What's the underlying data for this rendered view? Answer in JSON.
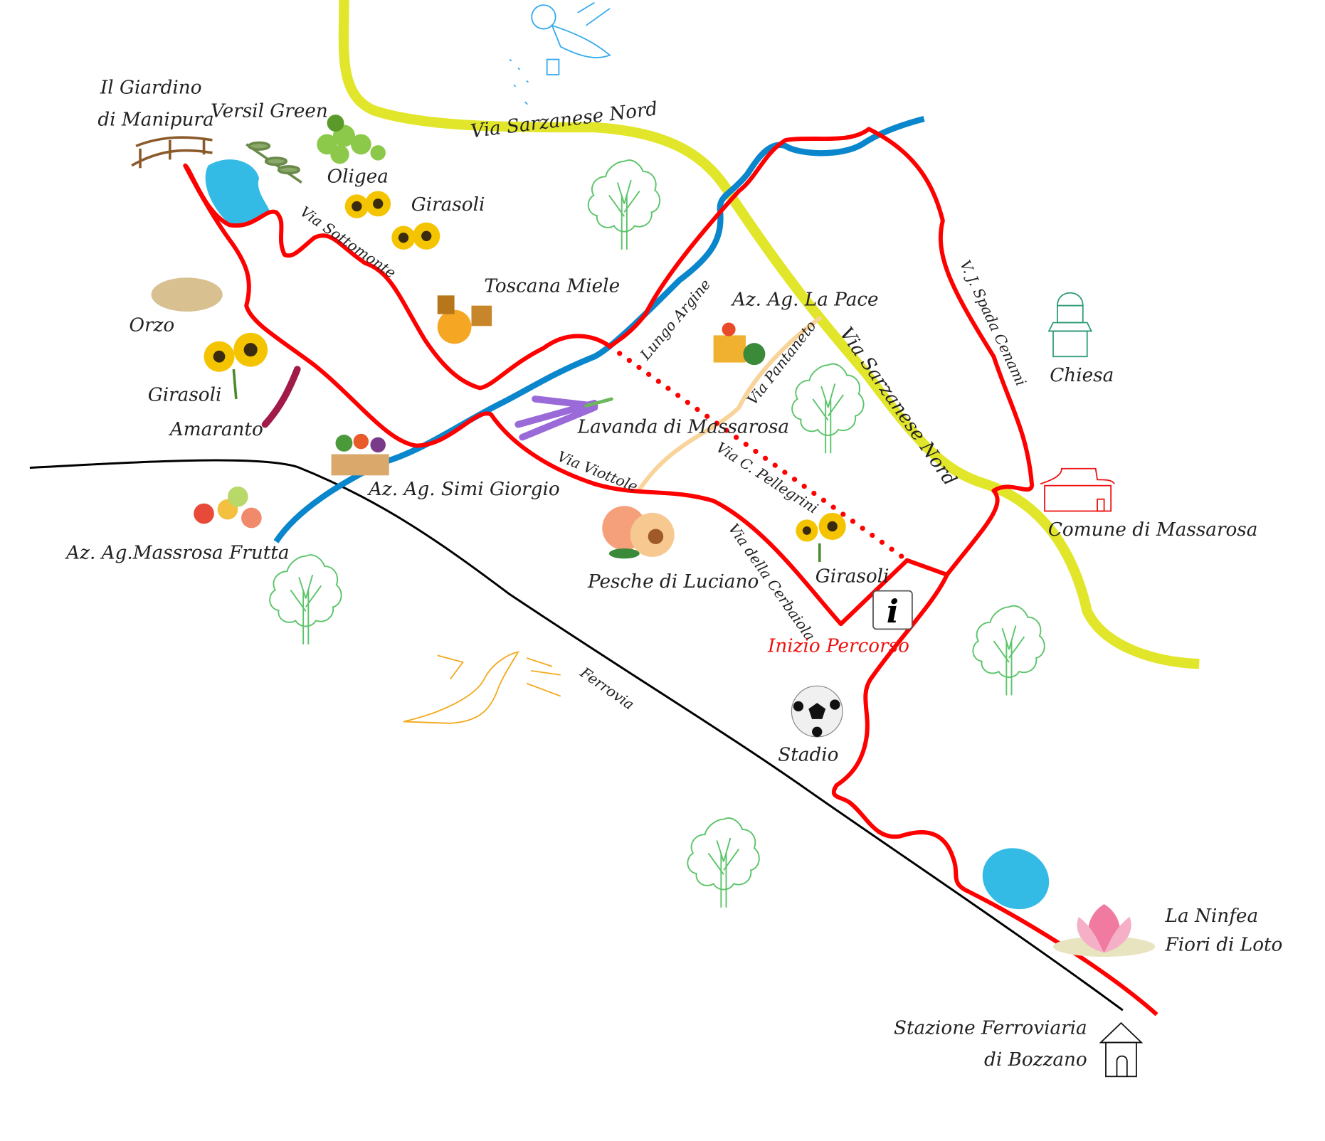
{
  "colors": {
    "route": "#ff0000",
    "river": "#0a86cc",
    "main_road": "#e2e62a",
    "side_road": "#f9d49a",
    "railway": "#000000",
    "lake": "#33bbe6",
    "tree": "#5cc46a",
    "church": "#2e9a7a",
    "town_hall": "#ee1111"
  },
  "roads": {
    "sarzanese_top": "Via Sarzanese Nord",
    "sarzanese_diag": "Via Sarzanese Nord",
    "sottomonte": "Via Sottomonte",
    "lungo_argine": "Lungo Argine",
    "pantaneto": "Via Pantaneto",
    "viottole": "Via Viottole",
    "pellegrini": "Via C. Pellegrini",
    "cerbaiola": "Via della Cerbaiola",
    "spada_cenami": "V. J. Spada Cenami",
    "ferrovia": "Ferrovia"
  },
  "places": {
    "giardino_1": "Il Giardino",
    "giardino_2": "di Manipura",
    "versil_green": "Versil Green",
    "oligea": "Oligea",
    "girasoli_top": "Girasoli",
    "toscana_miele": "Toscana Miele",
    "orzo": "Orzo",
    "girasoli_left": "Girasoli",
    "amaranto": "Amaranto",
    "simi_giorgio": "Az. Ag. Simi Giorgio",
    "massrosa_frutta": "Az. Ag.Massrosa Frutta",
    "lavanda": "Lavanda di Massarosa",
    "la_pace": "Az. Ag. La Pace",
    "pesche": "Pesche di Luciano",
    "girasoli_mid": "Girasoli",
    "inizio": "Inizio Percorso",
    "stadio": "Stadio",
    "chiesa": "Chiesa",
    "comune": "Comune di Massarosa",
    "ninfea_1": "La Ninfea",
    "ninfea_2": "Fiori di Loto",
    "stazione_1": "Stazione Ferroviaria",
    "stazione_2": "di Bozzano",
    "info_icon": "i"
  }
}
